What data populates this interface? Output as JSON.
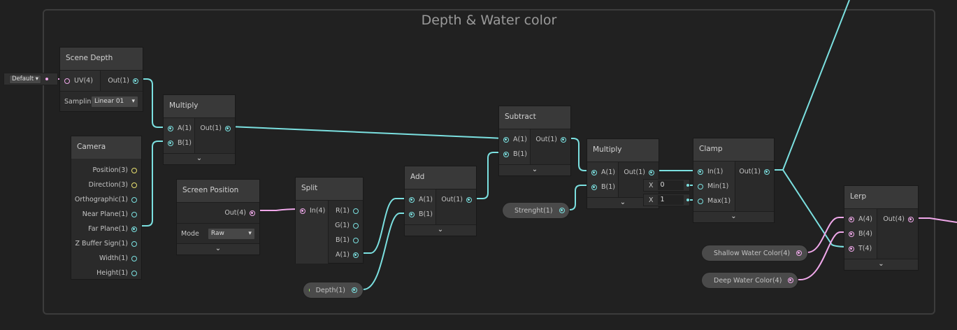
{
  "group": {
    "title": "Depth & Water color"
  },
  "default_field": {
    "value": "Default"
  },
  "scene_depth": {
    "title": "Scene Depth",
    "in": "UV(4)",
    "out": "Out(1)",
    "sampling_label": "Sampling",
    "sampling_value": "Linear 01"
  },
  "multiply1": {
    "title": "Multiply",
    "a": "A(1)",
    "b": "B(1)",
    "out": "Out(1)"
  },
  "camera": {
    "title": "Camera",
    "outputs": [
      "Position(3)",
      "Direction(3)",
      "Orthographic(1)",
      "Near Plane(1)",
      "Far Plane(1)",
      "Z Buffer Sign(1)",
      "Width(1)",
      "Height(1)"
    ]
  },
  "screen_position": {
    "title": "Screen Position",
    "out": "Out(4)",
    "mode_label": "Mode",
    "mode_value": "Raw"
  },
  "split": {
    "title": "Split",
    "in": "In(4)",
    "outputs": [
      "R(1)",
      "G(1)",
      "B(1)",
      "A(1)"
    ]
  },
  "add": {
    "title": "Add",
    "a": "A(1)",
    "b": "B(1)",
    "out": "Out(1)"
  },
  "depth_property": {
    "label": "Depth(1)"
  },
  "subtract": {
    "title": "Subtract",
    "a": "A(1)",
    "b": "B(1)",
    "out": "Out(1)"
  },
  "multiply2": {
    "title": "Multiply",
    "a": "A(1)",
    "b": "B(1)",
    "out": "Out(1)"
  },
  "strength_property": {
    "label": "Strenght(1)"
  },
  "clamp": {
    "title": "Clamp",
    "in": "In(1)",
    "min": "Min(1)",
    "max": "Max(1)",
    "out": "Out(1)",
    "min_axis": "X",
    "min_value": "0",
    "max_axis": "X",
    "max_value": "1"
  },
  "lerp": {
    "title": "Lerp",
    "a": "A(4)",
    "b": "B(4)",
    "t": "T(4)",
    "out": "Out(4)"
  },
  "shallow_property": {
    "label": "Shallow Water Color(4)"
  },
  "deep_property": {
    "label": "Deep Water Color(4)"
  },
  "colors": {
    "float_wire": "#7be0e0",
    "vector4_wire": "#f0a8ea",
    "vector3_port": "#e8e070",
    "property_dot": "#9be060"
  }
}
